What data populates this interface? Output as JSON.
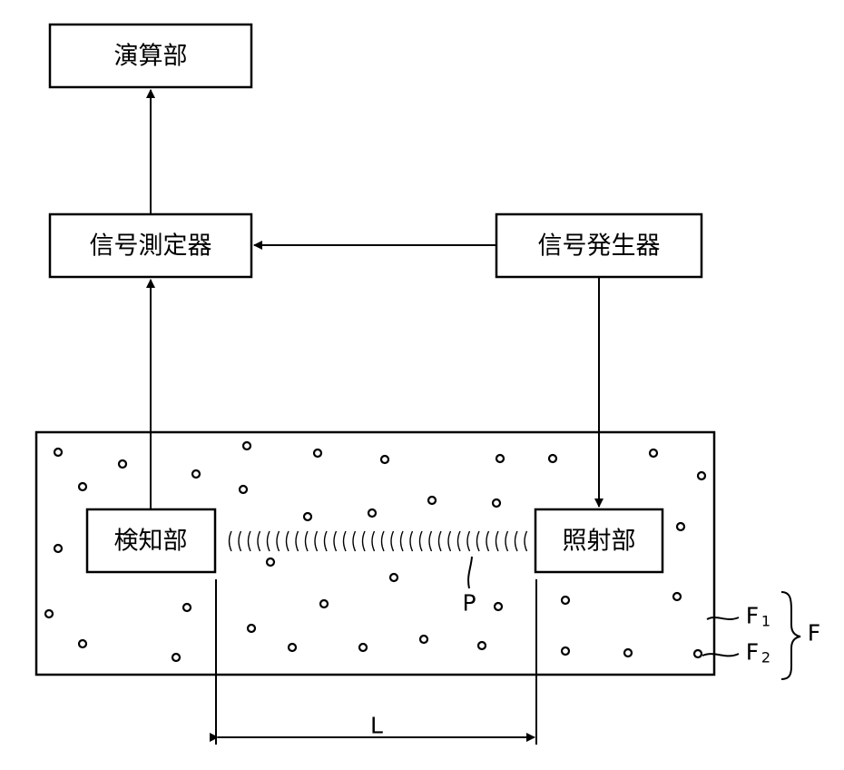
{
  "blocks": {
    "compute_unit": "演算部",
    "signal_meter": "信号測定器",
    "signal_generator": "信号発生器",
    "detector": "検知部",
    "irradiator": "照射部"
  },
  "labels": {
    "signal_path": "P",
    "distance": "L",
    "fluid_group": "F",
    "fluid_1_main": "F",
    "fluid_1_sub": "1",
    "fluid_2_main": "F",
    "fluid_2_sub": "2"
  }
}
